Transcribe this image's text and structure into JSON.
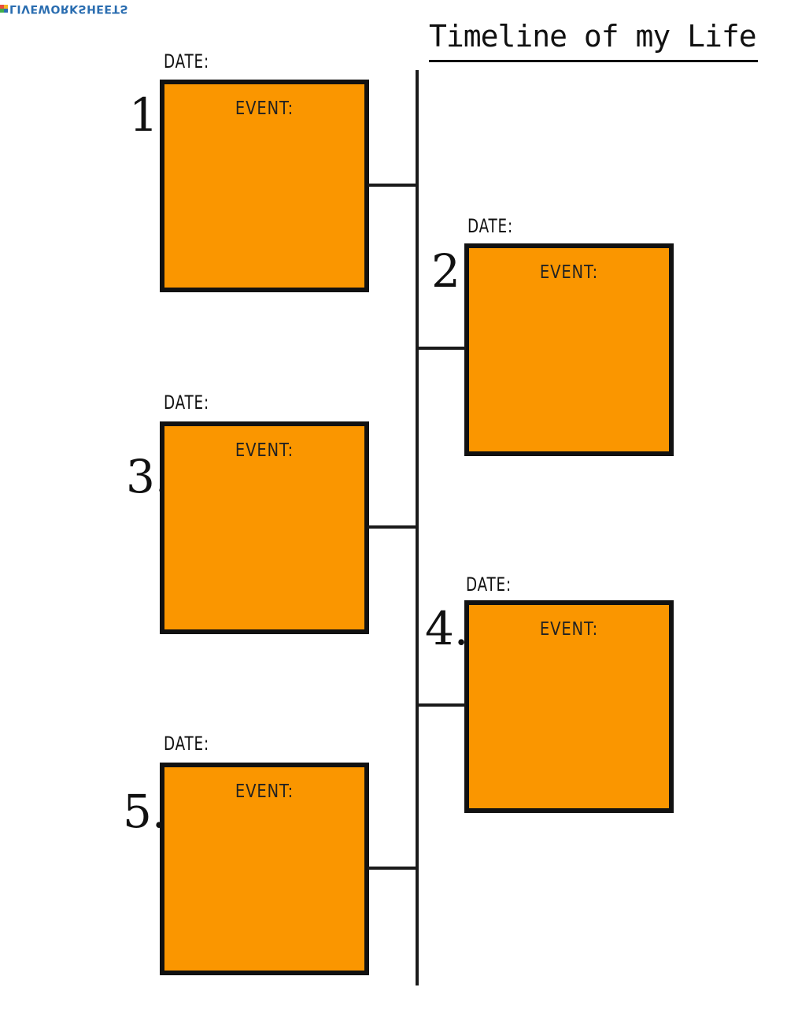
{
  "watermark": {
    "text": "LIVEWORKSHEETS",
    "logo_colors": [
      "#e84c3d",
      "#f5b622",
      "#3fae49",
      "#2a6db0"
    ]
  },
  "title": "Timeline of my Life",
  "colors": {
    "box_fill": "#fa9600",
    "border": "#111111"
  },
  "entries": [
    {
      "number": "1.",
      "date_label": "DATE:",
      "event_label": "EVENT:",
      "side": "left"
    },
    {
      "number": "2.",
      "date_label": "DATE:",
      "event_label": "EVENT:",
      "side": "right"
    },
    {
      "number": "3.",
      "date_label": "DATE:",
      "event_label": "EVENT:",
      "side": "left"
    },
    {
      "number": "4.",
      "date_label": "DATE:",
      "event_label": "EVENT:",
      "side": "right"
    },
    {
      "number": "5.",
      "date_label": "DATE:",
      "event_label": "EVENT:",
      "side": "left"
    }
  ]
}
